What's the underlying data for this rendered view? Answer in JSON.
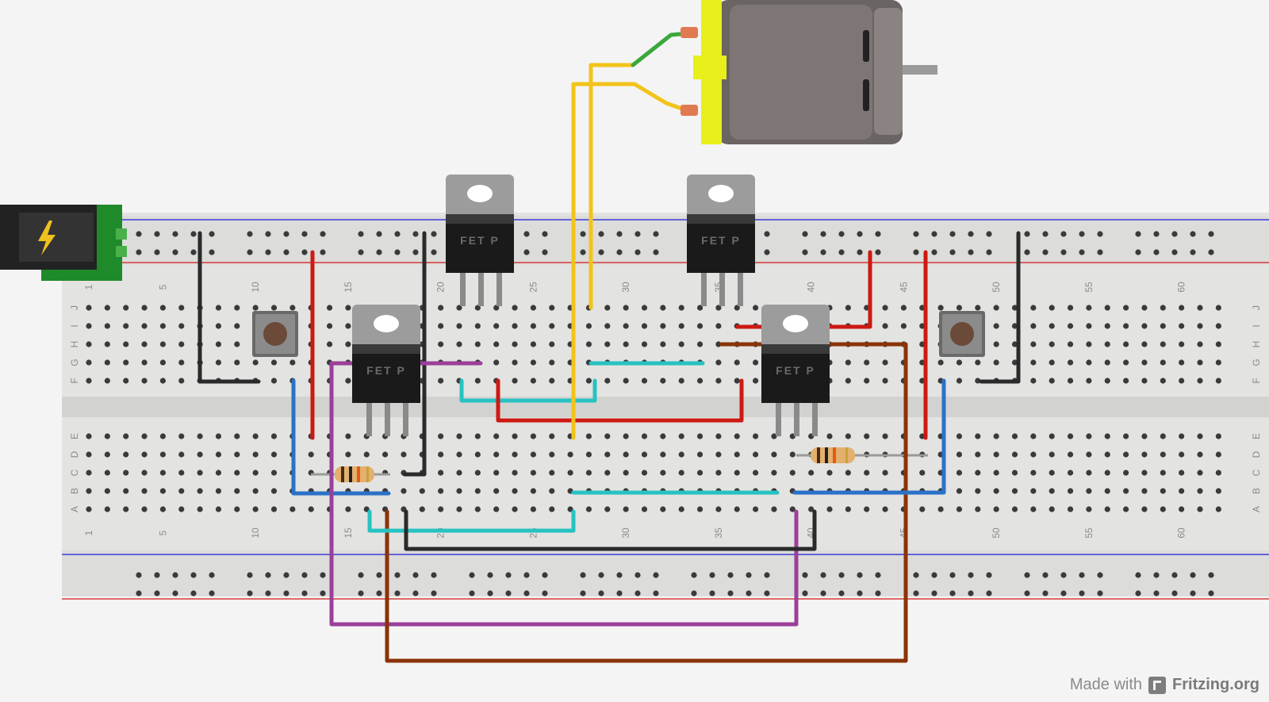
{
  "diagram": {
    "fet_label": "FET P",
    "column_numbers": [
      "1",
      "5",
      "10",
      "15",
      "20",
      "25",
      "30",
      "35",
      "40",
      "45",
      "50",
      "55",
      "60"
    ],
    "row_letters_top": [
      "J",
      "I",
      "H",
      "G",
      "F"
    ],
    "row_letters_bottom": [
      "E",
      "D",
      "C",
      "B",
      "A"
    ],
    "wire_colors": {
      "red": "#cc1a12",
      "black": "#2a2a2a",
      "blue": "#2a72c8",
      "purple": "#9b3f9a",
      "brown": "#8a3308",
      "yellow": "#f2c41a",
      "green": "#3aa83a",
      "teal": "#27c2c2"
    }
  },
  "footer": {
    "made_with": "Made with",
    "brand": "Fritzing.org"
  }
}
